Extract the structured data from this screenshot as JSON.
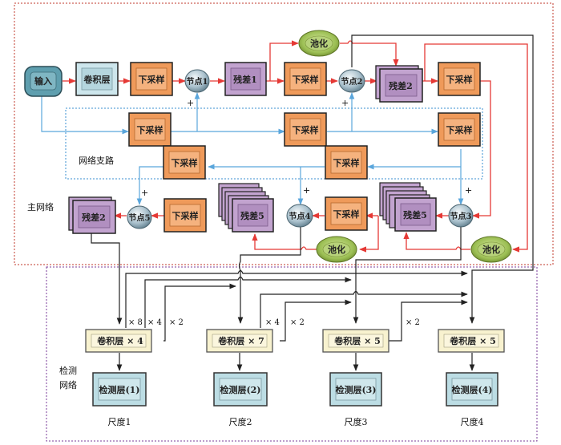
{
  "regions": {
    "main_network": "主网络",
    "branch_network": "网络支路",
    "detection_network_line1": "检测",
    "detection_network_line2": "网络"
  },
  "colors": {
    "main_border": "#c0392b",
    "detect_border": "#7a3b9a",
    "branch_border": "#3a8fd0",
    "red_arrow": "#e53935",
    "blue_arrow": "#5aa6dc",
    "black_line": "#222222",
    "input_fill": "#5f9faf",
    "conv_fill": "#cde6ec",
    "down_fill": "#ef9a5a",
    "residual_fill": "#c2a3cf",
    "pool_fill": "#9cbf54",
    "node_fill": "#b8ccd6",
    "conv_stack_fill": "#f8f2cf",
    "detect_fill": "#bcdde4"
  },
  "nodes": {
    "input": "输入",
    "conv": "卷积层",
    "down_main_1": "下采样",
    "node1": "节点1",
    "res1": "残差1",
    "down_main_2": "下采样",
    "pool_top": "池化",
    "node2": "节点2",
    "res2_top": "残差2",
    "down_main_3": "下采样",
    "branch_down_1": "下采样",
    "branch_down_2": "下采样",
    "branch_down_3": "下采样",
    "branch_down_4": "下采样",
    "branch_down_5": "下采样",
    "res2_bottom": "残差2",
    "node5": "节点5",
    "down_bottom_1": "下采样",
    "res5_left": "残差5",
    "node4": "节点4",
    "down_bottom_2": "下采样",
    "res5_right": "残差5",
    "node3": "节点3",
    "pool_bottom_1": "池化",
    "pool_bottom_2": "池化"
  },
  "plus_sign": "+",
  "detection": {
    "conv_stacks": [
      "卷积层 × 4",
      "卷积层 × 7",
      "卷积层 × 5",
      "卷积层 × 5"
    ],
    "detect_layers": [
      "检测层(1)",
      "检测层(2)",
      "检测层(3)",
      "检测层(4)"
    ],
    "scales": [
      "尺度1",
      "尺度2",
      "尺度3",
      "尺度4"
    ],
    "multipliers": [
      "× 8",
      "× 4",
      "× 2",
      "× 4",
      "× 2",
      "× 2"
    ]
  }
}
